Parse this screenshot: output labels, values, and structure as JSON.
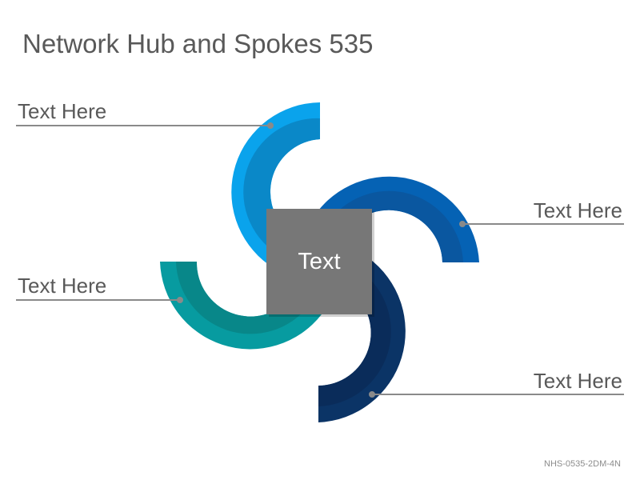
{
  "title": "Network Hub and Spokes 535",
  "hub": {
    "label": "Text",
    "color": "#777777"
  },
  "spokes": [
    {
      "label": "Text Here",
      "color_outer": "#0AA3EC",
      "color_inner": "#0A88C8"
    },
    {
      "label": "Text Here",
      "color_outer": "#0562B4",
      "color_inner": "#0A57A0"
    },
    {
      "label": "Text Here",
      "color_outer": "#079BA0",
      "color_inner": "#088789"
    },
    {
      "label": "Text Here",
      "color_outer": "#0B3466",
      "color_inner": "#0A2C5A"
    }
  ],
  "footer": "NHS-0535-2DM-4N"
}
